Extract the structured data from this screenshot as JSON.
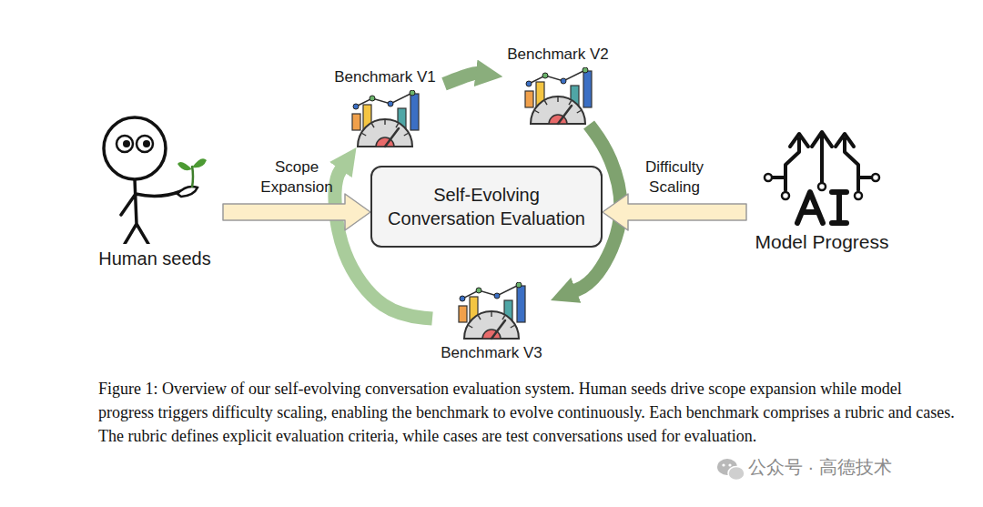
{
  "diagram": {
    "caption": "Figure 1: Overview of our self-evolving conversation evaluation system. Human seeds drive scope expansion while model progress triggers difficulty scaling, enabling the benchmark to evolve continuously. Each benchmark comprises a rubric and cases. The rubric defines explicit evaluation criteria, while cases are test conversations used for evaluation.",
    "nodes": [
      {
        "text": [
          "Human seeds"
        ]
      },
      {
        "text": [
          "Benchmark V1"
        ]
      },
      {
        "text": [
          "Benchmark V2"
        ]
      },
      {
        "text": [
          "Self-Evolving Conversation Evaluation"
        ]
      },
      {
        "text": [
          "Model Progress"
        ]
      },
      {
        "text": [
          "Benchmark V3"
        ]
      }
    ],
    "edges": [
      {
        "from": 0,
        "to": 3,
        "label": "Scope Expansion",
        "arrow": "to"
      },
      {
        "from": 4,
        "to": 3,
        "label": "Difficulty Scaling",
        "arrow": "to"
      },
      {
        "from": 1,
        "to": 2,
        "arrow": "to"
      },
      {
        "from": 2,
        "to": 5,
        "arrow": "to"
      },
      {
        "from": 5,
        "to": 1,
        "arrow": "to"
      }
    ],
    "labels": [
      "公众号 · 高德技术"
    ]
  }
}
